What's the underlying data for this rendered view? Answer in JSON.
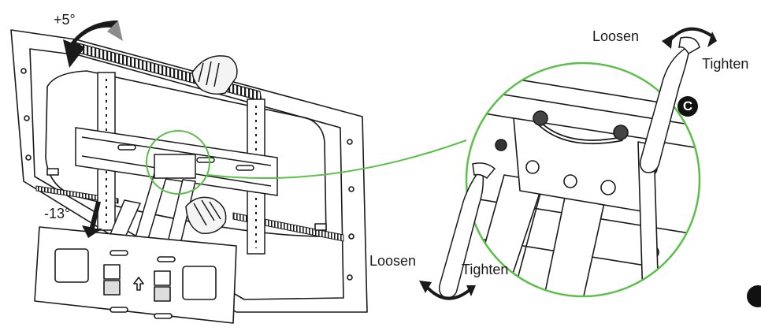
{
  "labels": {
    "tilt_up": "+5°",
    "tilt_down": "-13°",
    "loosen_top": "Loosen",
    "tighten_top": "Tighten",
    "loosen_bottom": "Loosen",
    "tighten_bottom": "Tighten",
    "badge": "C"
  },
  "colors": {
    "line": "#1a1a1a",
    "callout_green": "#5cbf4a",
    "arrow_grey": "#8c8c8c",
    "hand_fill": "#f4f4f4"
  }
}
